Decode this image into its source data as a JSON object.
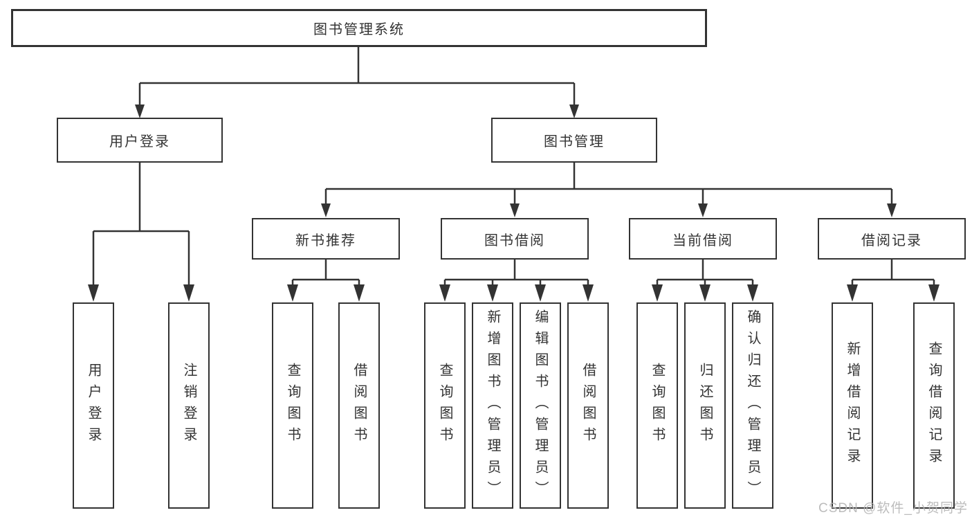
{
  "diagram_type": "hierarchy-tree",
  "root_label": "图书管理系统",
  "branches": [
    {
      "label": "用户登录",
      "leaves": [
        "用户登录",
        "注销登录"
      ]
    },
    {
      "label": "图书管理",
      "groups": [
        {
          "label": "新书推荐",
          "leaves": [
            "查询图书",
            "借阅图书"
          ]
        },
        {
          "label": "图书借阅",
          "leaves": [
            "查询图书",
            "新增图书（管理员）",
            "编辑图书（管理员）",
            "借阅图书"
          ]
        },
        {
          "label": "当前借阅",
          "leaves": [
            "查询图书",
            "归还图书",
            "确认归还（管理员）"
          ]
        },
        {
          "label": "借阅记录",
          "leaves": [
            "新增借阅记录",
            "查询借阅记录"
          ]
        }
      ]
    }
  ],
  "watermark": "CSDN @软件_小贺同学",
  "colors": {
    "line": "#333333",
    "box_border": "#333333",
    "text": "#333333",
    "background": "#ffffff",
    "watermark": "#b5b5b5"
  }
}
